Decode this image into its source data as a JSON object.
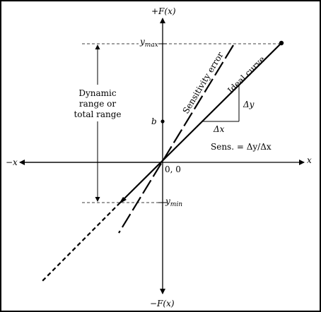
{
  "axes": {
    "pos_y": "+F(x)",
    "neg_y": "−F(x)",
    "pos_x": "x",
    "neg_x": "−x",
    "origin": "0, 0"
  },
  "labels": {
    "y_max": "y",
    "y_max_sub": "max",
    "y_min": "y",
    "y_min_sub": "min",
    "b": "b",
    "dynamic_line1": "Dynamic",
    "dynamic_line2": "range or",
    "dynamic_line3": "total range",
    "ideal_curve": "Ideal curve",
    "sensitivity_error": "Sensitivity error",
    "delta_y": "Δy",
    "delta_x": "Δx",
    "sens_formula": "Sens. = Δy/Δx"
  },
  "colors": {
    "ink": "#000000",
    "background": "#ffffff"
  }
}
